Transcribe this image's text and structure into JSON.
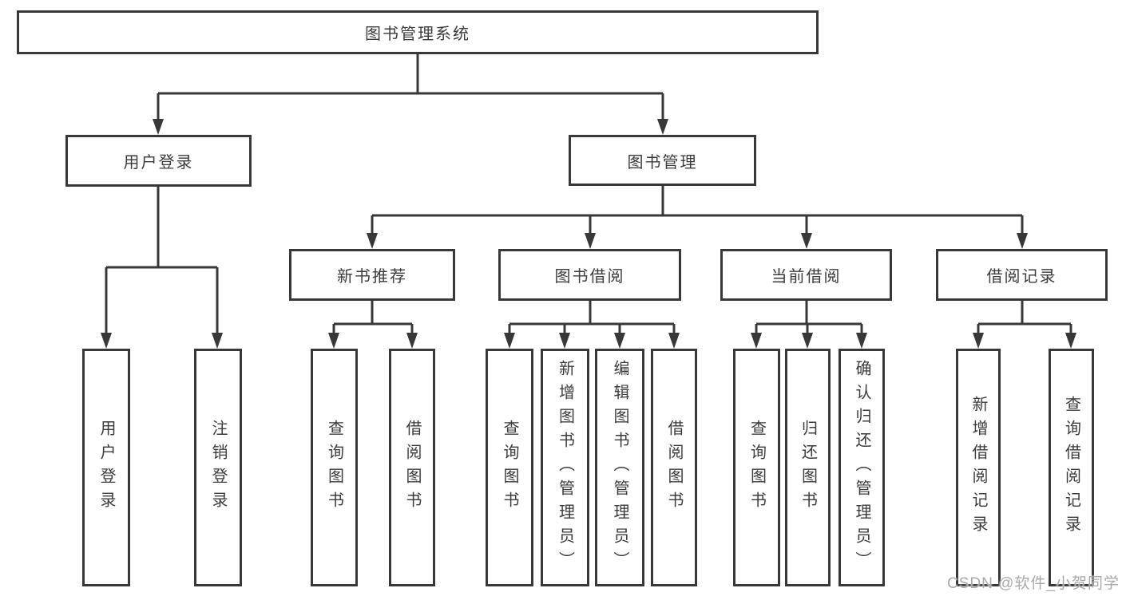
{
  "diagram": {
    "title": "图书管理系统",
    "nodes": {
      "root": {
        "label": "图书管理系统"
      },
      "level2": [
        {
          "label": "用户登录"
        },
        {
          "label": "图书管理"
        }
      ],
      "level3": [
        {
          "label": "新书推荐",
          "parent": "图书管理"
        },
        {
          "label": "图书借阅",
          "parent": "图书管理"
        },
        {
          "label": "当前借阅",
          "parent": "图书管理"
        },
        {
          "label": "借阅记录",
          "parent": "图书管理"
        }
      ],
      "leaves": [
        {
          "label": "用户登录",
          "parent": "用户登录"
        },
        {
          "label": "注销登录",
          "parent": "用户登录"
        },
        {
          "label": "查询图书",
          "parent": "新书推荐"
        },
        {
          "label": "借阅图书",
          "parent": "新书推荐"
        },
        {
          "label": "查询图书",
          "parent": "图书借阅"
        },
        {
          "label": "新增图书（管理员）",
          "parent": "图书借阅"
        },
        {
          "label": "编辑图书（管理员）",
          "parent": "图书借阅"
        },
        {
          "label": "借阅图书",
          "parent": "图书借阅"
        },
        {
          "label": "查询图书",
          "parent": "当前借阅"
        },
        {
          "label": "归还图书",
          "parent": "当前借阅"
        },
        {
          "label": "确认归还（管理员）",
          "parent": "当前借阅"
        },
        {
          "label": "新增借阅记录",
          "parent": "借阅记录"
        },
        {
          "label": "查询借阅记录",
          "parent": "借阅记录"
        }
      ]
    },
    "colors": {
      "line": "#383838",
      "box_border": "#383838",
      "text": "#3b3b3b",
      "background": "#ffffff",
      "watermark_text": "#a9a9a9"
    }
  },
  "watermark": {
    "text": "CSDN @软件_小贺同学"
  }
}
